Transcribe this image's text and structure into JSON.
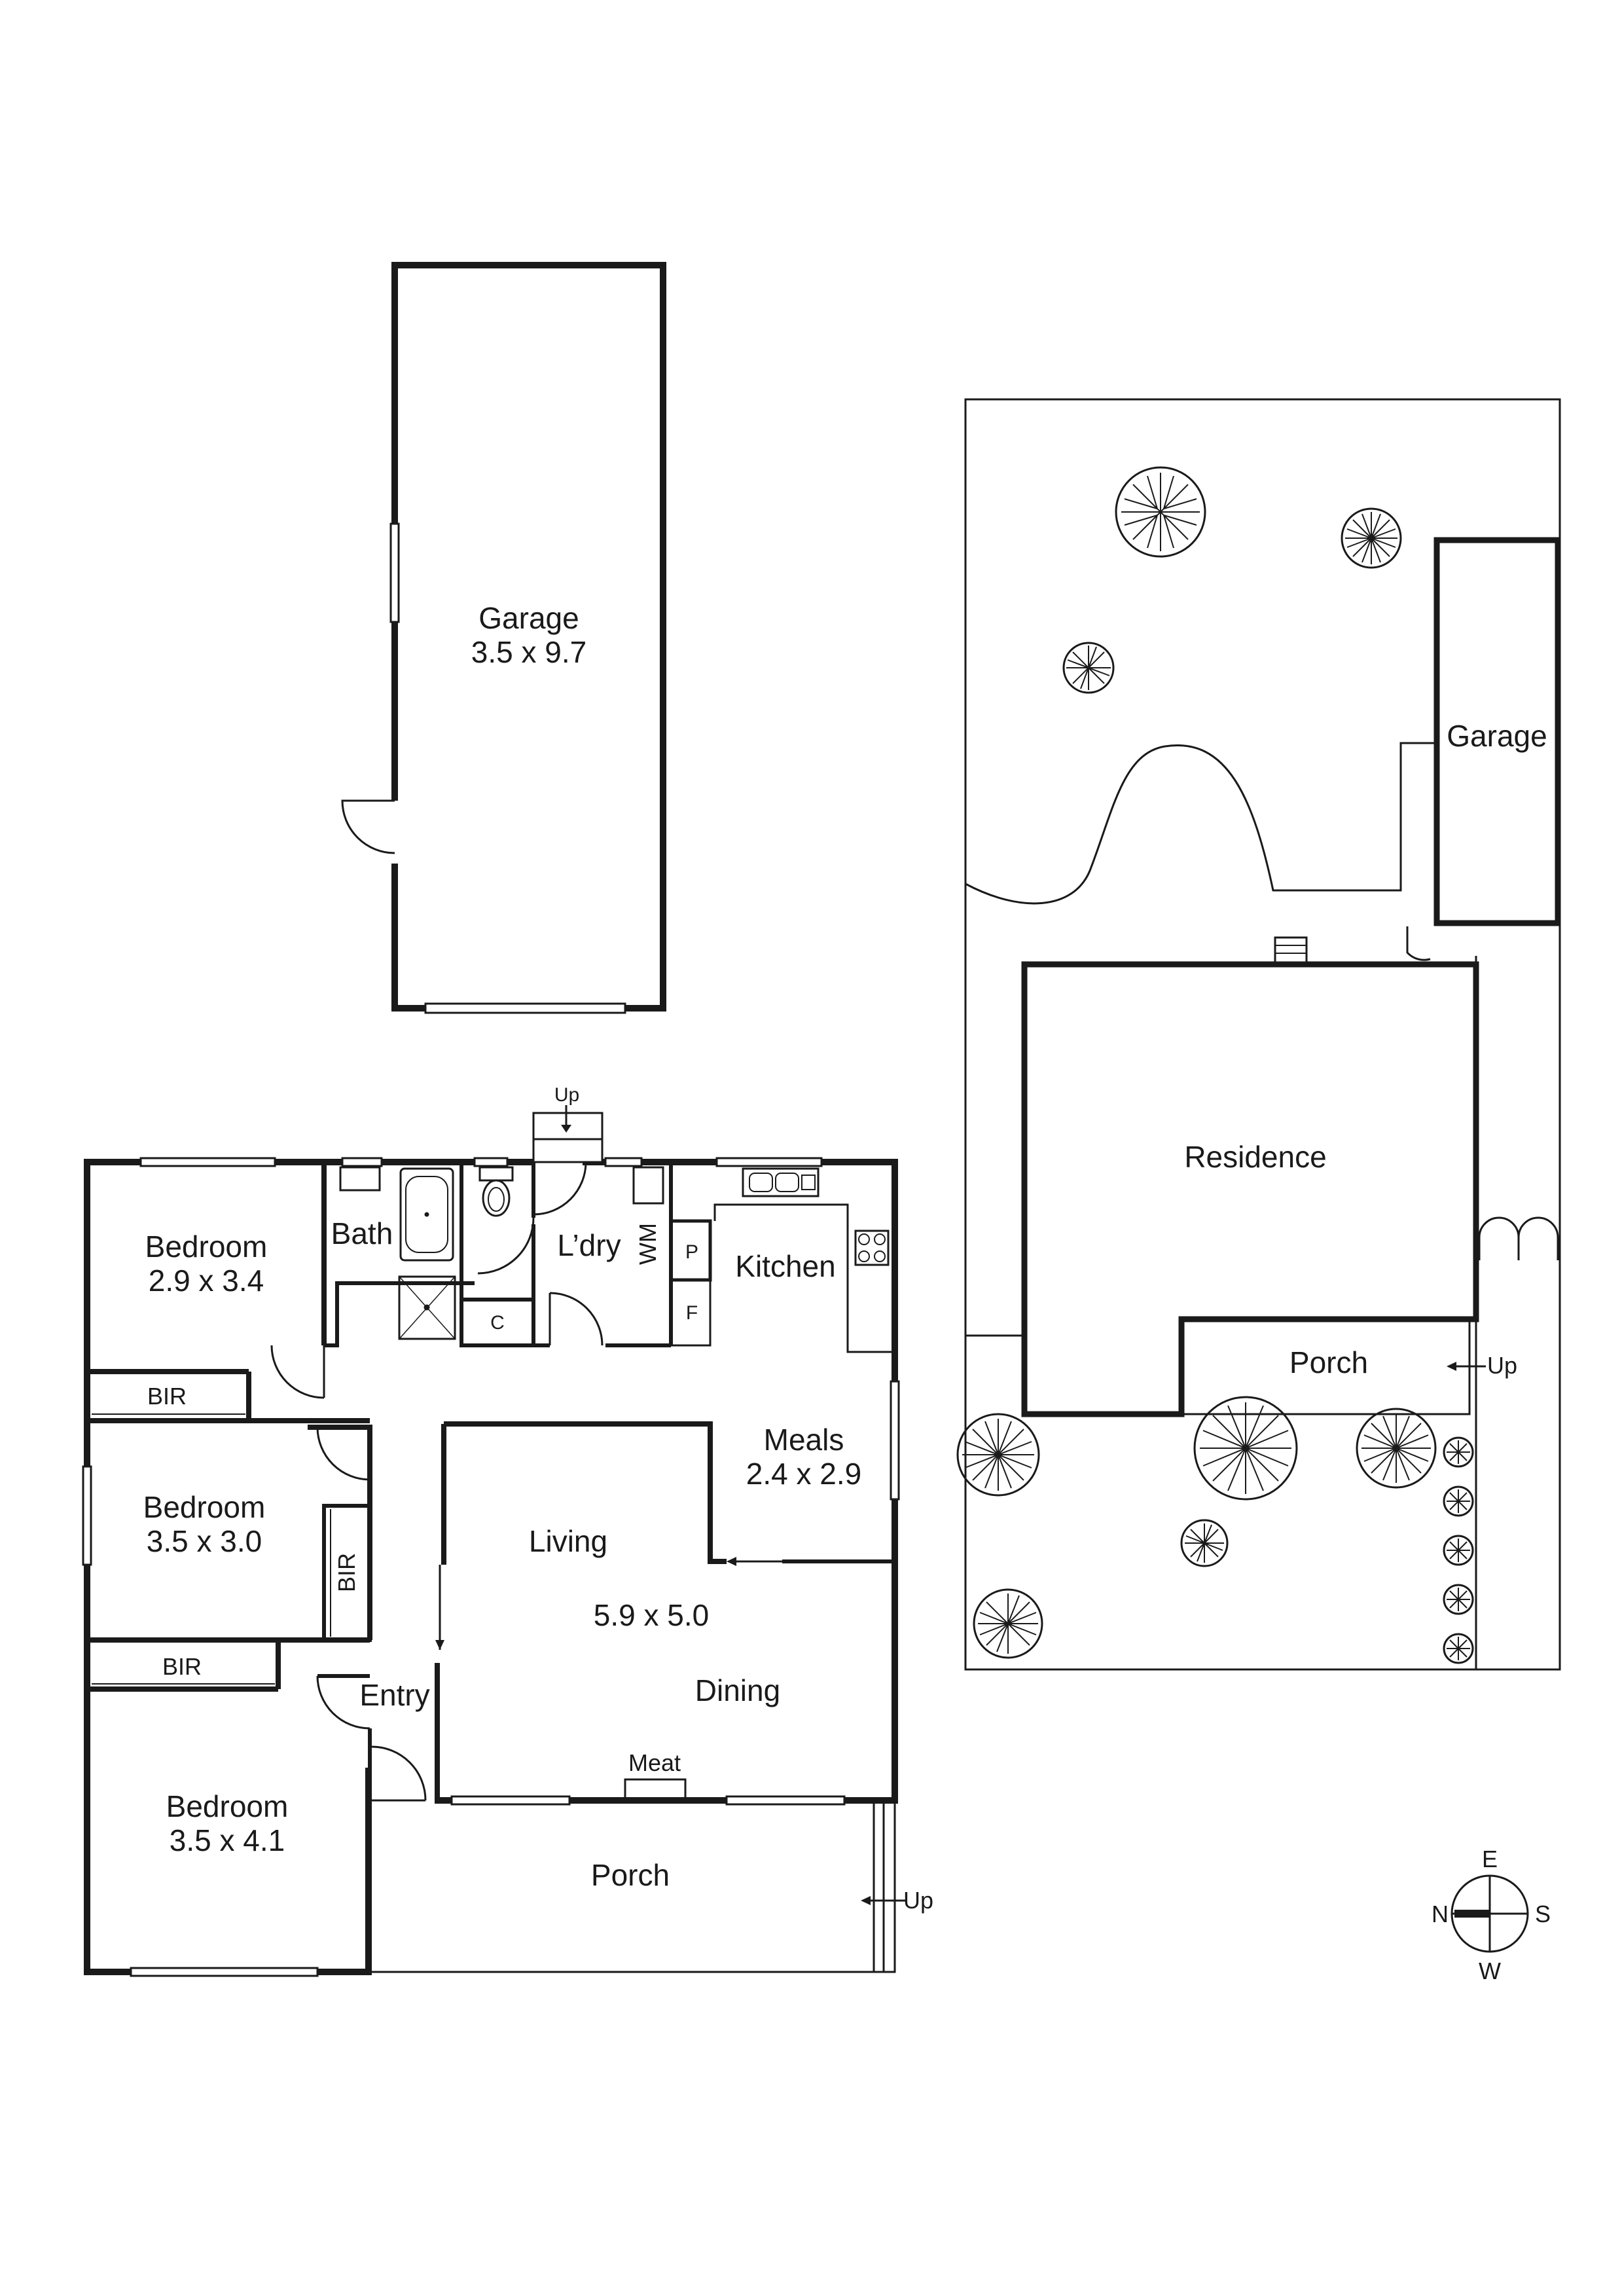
{
  "garage_plan": {
    "name": "Garage",
    "size": "3.5 x 9.7"
  },
  "main_plan": {
    "rooms": {
      "bedroom1": {
        "name": "Bedroom",
        "size": "2.9 x 3.4"
      },
      "bedroom2": {
        "name": "Bedroom",
        "size": "3.5 x 3.0"
      },
      "bedroom3": {
        "name": "Bedroom",
        "size": "3.5 x 4.1"
      },
      "bath": "Bath",
      "laundry": "L’dry",
      "kitchen": "Kitchen",
      "meals": {
        "name": "Meals",
        "size": "2.4 x 2.9"
      },
      "living": "Living",
      "living_dining_size": "5.9 x 5.0",
      "dining": "Dining",
      "entry": "Entry",
      "porch": "Porch"
    },
    "fixtures": {
      "bir": "BIR",
      "wm": "WM",
      "pantry": "P",
      "fridge": "F",
      "cupboard": "C",
      "meat": "Meat"
    },
    "step_labels": {
      "rear_steps": "Up",
      "porch_steps": "Up"
    }
  },
  "site_plan": {
    "garage": "Garage",
    "residence": "Residence",
    "porch": "Porch",
    "steps": "Up"
  },
  "compass": {
    "north": "N",
    "east": "E",
    "south": "S",
    "west": "W"
  }
}
